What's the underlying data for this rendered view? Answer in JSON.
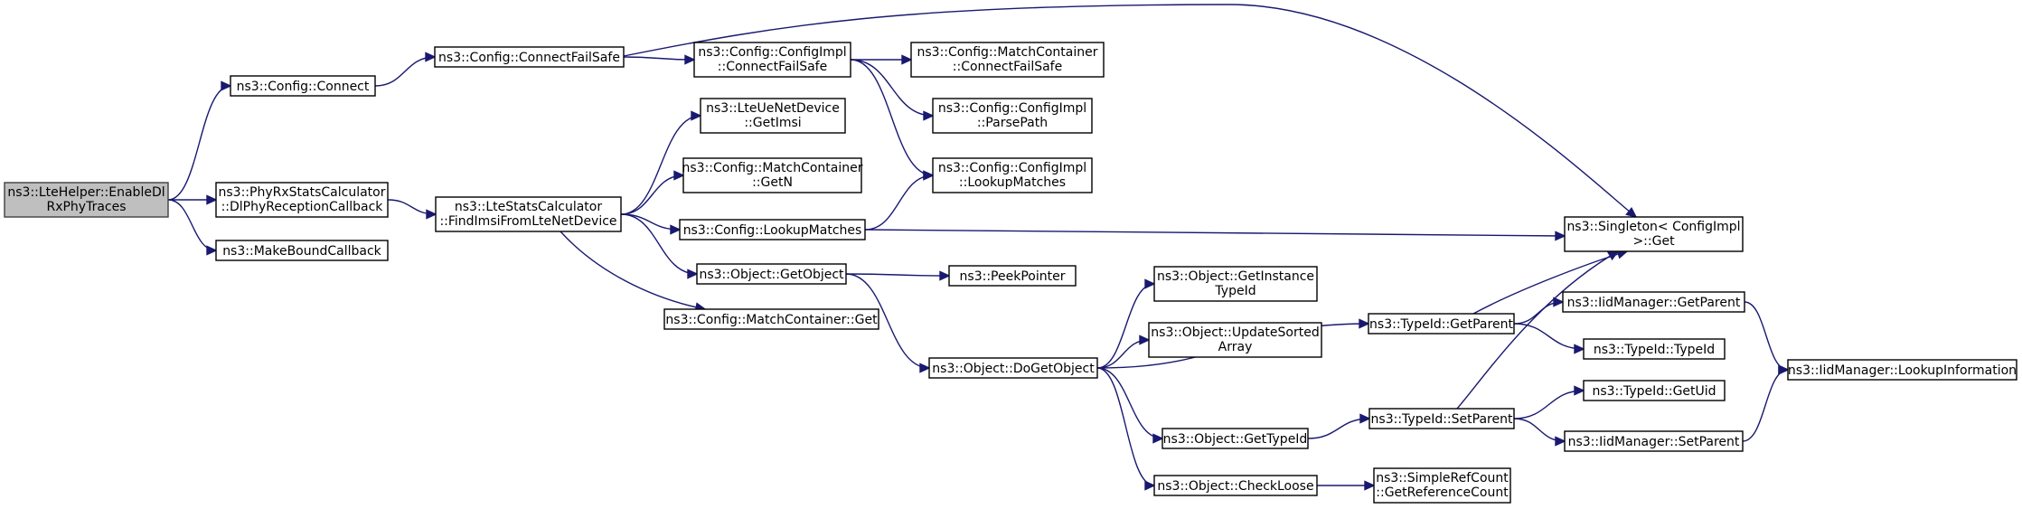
{
  "diagram": {
    "nodes": [
      {
        "id": "enable",
        "lines": [
          "ns3::LteHelper::EnableDl",
          "RxPhyTraces"
        ],
        "root": true
      },
      {
        "id": "connect",
        "lines": [
          "ns3::Config::Connect"
        ]
      },
      {
        "id": "dlphy",
        "lines": [
          "ns3::PhyRxStatsCalculator",
          "::DlPhyReceptionCallback"
        ]
      },
      {
        "id": "mbc",
        "lines": [
          "ns3::MakeBoundCallback"
        ]
      },
      {
        "id": "cfs",
        "lines": [
          "ns3::Config::ConnectFailSafe"
        ]
      },
      {
        "id": "findimsi",
        "lines": [
          "ns3::LteStatsCalculator",
          "::FindImsiFromLteNetDevice"
        ]
      },
      {
        "id": "cicfs",
        "lines": [
          "ns3::Config::ConfigImpl",
          "::ConnectFailSafe"
        ]
      },
      {
        "id": "getimsi",
        "lines": [
          "ns3::LteUeNetDevice",
          "::GetImsi"
        ]
      },
      {
        "id": "mcgetn",
        "lines": [
          "ns3::Config::MatchContainer",
          "::GetN"
        ]
      },
      {
        "id": "lookup",
        "lines": [
          "ns3::Config::LookupMatches"
        ]
      },
      {
        "id": "getobject",
        "lines": [
          "ns3::Object::GetObject"
        ]
      },
      {
        "id": "mcget",
        "lines": [
          "ns3::Config::MatchContainer::Get"
        ]
      },
      {
        "id": "mccfs",
        "lines": [
          "ns3::Config::MatchContainer",
          "::ConnectFailSafe"
        ]
      },
      {
        "id": "parsepath",
        "lines": [
          "ns3::Config::ConfigImpl",
          "::ParsePath"
        ]
      },
      {
        "id": "cilookup",
        "lines": [
          "ns3::Config::ConfigImpl",
          "::LookupMatches"
        ]
      },
      {
        "id": "peek",
        "lines": [
          "ns3::PeekPointer"
        ]
      },
      {
        "id": "dogetobject",
        "lines": [
          "ns3::Object::DoGetObject"
        ]
      },
      {
        "id": "getinst",
        "lines": [
          "ns3::Object::GetInstance",
          "TypeId"
        ]
      },
      {
        "id": "updsorted",
        "lines": [
          "ns3::Object::UpdateSorted",
          "Array"
        ]
      },
      {
        "id": "gettypeid",
        "lines": [
          "ns3::Object::GetTypeId"
        ]
      },
      {
        "id": "checkloose",
        "lines": [
          "ns3::Object::CheckLoose"
        ]
      },
      {
        "id": "singleton",
        "lines": [
          "ns3::Singleton< ConfigImpl",
          ">::Get"
        ]
      },
      {
        "id": "tgetparent",
        "lines": [
          "ns3::TypeId::GetParent"
        ]
      },
      {
        "id": "tsetparent",
        "lines": [
          "ns3::TypeId::SetParent"
        ]
      },
      {
        "id": "refcount",
        "lines": [
          "ns3::SimpleRefCount",
          "::GetReferenceCount"
        ]
      },
      {
        "id": "iidgetparent",
        "lines": [
          "ns3::IidManager::GetParent"
        ]
      },
      {
        "id": "typeidctor",
        "lines": [
          "ns3::TypeId::TypeId"
        ]
      },
      {
        "id": "getuid",
        "lines": [
          "ns3::TypeId::GetUid"
        ]
      },
      {
        "id": "iidsetparent",
        "lines": [
          "ns3::IidManager::SetParent"
        ]
      },
      {
        "id": "iidlookup",
        "lines": [
          "ns3::IidManager::LookupInformation"
        ]
      }
    ],
    "edges": [
      [
        "enable",
        "connect"
      ],
      [
        "enable",
        "dlphy"
      ],
      [
        "enable",
        "mbc"
      ],
      [
        "connect",
        "cfs"
      ],
      [
        "cfs",
        "cicfs"
      ],
      [
        "cfs",
        "singleton"
      ],
      [
        "cicfs",
        "mccfs"
      ],
      [
        "cicfs",
        "parsepath"
      ],
      [
        "cicfs",
        "cilookup"
      ],
      [
        "dlphy",
        "findimsi"
      ],
      [
        "findimsi",
        "getimsi"
      ],
      [
        "findimsi",
        "mcgetn"
      ],
      [
        "findimsi",
        "lookup"
      ],
      [
        "findimsi",
        "getobject"
      ],
      [
        "findimsi",
        "mcget"
      ],
      [
        "lookup",
        "cilookup"
      ],
      [
        "lookup",
        "singleton"
      ],
      [
        "getobject",
        "peek"
      ],
      [
        "getobject",
        "dogetobject"
      ],
      [
        "dogetobject",
        "getinst"
      ],
      [
        "dogetobject",
        "updsorted"
      ],
      [
        "dogetobject",
        "tgetparent"
      ],
      [
        "dogetobject",
        "gettypeid"
      ],
      [
        "dogetobject",
        "checkloose"
      ],
      [
        "gettypeid",
        "tsetparent"
      ],
      [
        "checkloose",
        "refcount"
      ],
      [
        "tgetparent",
        "singleton"
      ],
      [
        "tgetparent",
        "iidgetparent"
      ],
      [
        "tgetparent",
        "typeidctor"
      ],
      [
        "tsetparent",
        "singleton"
      ],
      [
        "tsetparent",
        "getuid"
      ],
      [
        "tsetparent",
        "iidsetparent"
      ],
      [
        "iidgetparent",
        "iidlookup"
      ],
      [
        "iidsetparent",
        "iidlookup"
      ]
    ],
    "colors": {
      "edge": "#191970",
      "root_fill": "#bfbfbf",
      "node_fill": "#ffffff"
    }
  }
}
